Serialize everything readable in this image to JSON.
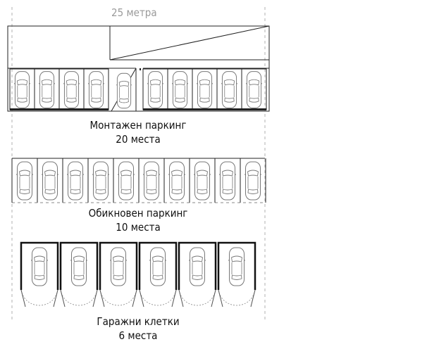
{
  "width_label": "25 метра",
  "sections": [
    {
      "name": "Монтажен паркинг",
      "count": "20 места"
    },
    {
      "name": "Обикновен паркинг",
      "count": "10 места"
    },
    {
      "name": "Гаражни клетки",
      "count": "6 места"
    }
  ],
  "colors": {
    "line": "#222222",
    "dim_line": "#b0b0b0",
    "dim_text": "#9a9a9a",
    "car": "#777777"
  }
}
